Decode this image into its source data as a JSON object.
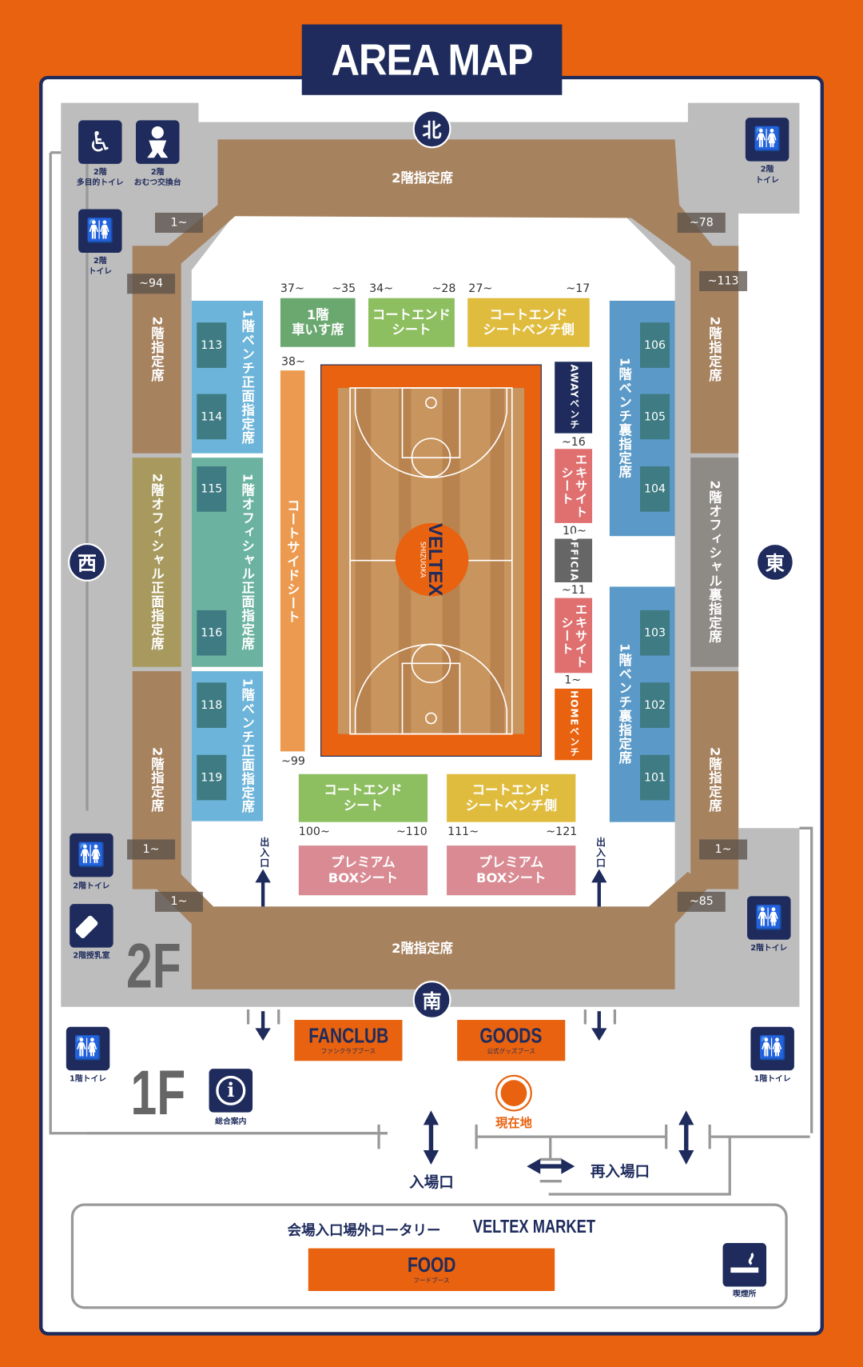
{
  "title": "AREA MAP",
  "directions": {
    "north": "北",
    "west": "西",
    "east": "東",
    "south": "南"
  },
  "stands": {
    "top": "2階指定席",
    "bottom": "2階指定席",
    "left_top": "2階指定席",
    "left_mid": "2階オフィシャル正面指定席",
    "left_bottom": "2階指定席",
    "right_top": "2階指定席",
    "right_mid": "2階オフィシャル裏指定席",
    "right_bottom": "2階指定席"
  },
  "seat_tags": {
    "tl_a": "1~",
    "tr_a": "~78",
    "tl_b": "~94",
    "tr_b": "~113",
    "bl_a": "1~",
    "br_a": "1~",
    "bl_b": "1~",
    "br_b": "~85"
  },
  "first_floor": {
    "left_top": "1階ベンチ正面指定席",
    "left_mid": "1階オフィシャル正面指定席",
    "left_bottom": "1階ベンチ正面指定席",
    "right_top": "1階ベンチ裏指定席",
    "right_bottom": "1階ベンチ裏指定席",
    "boxes_left": [
      "113",
      "114",
      "115",
      "116",
      "118",
      "119"
    ],
    "boxes_right": [
      "106",
      "105",
      "104",
      "103",
      "102",
      "101"
    ]
  },
  "top_row": [
    {
      "label": "1階\n車いす席",
      "from": "37~",
      "to": "~35",
      "color": "#6AA870"
    },
    {
      "label": "コートエンド\nシート",
      "from": "34~",
      "to": "~28",
      "color": "#8DBE5F"
    },
    {
      "label": "コートエンド\nシートベンチ側",
      "from": "27~",
      "to": "~17",
      "color": "#E0BC3E"
    }
  ],
  "courtside": {
    "label": "コートサイドシート",
    "from": "38~",
    "to": "~99"
  },
  "bench_column": {
    "away": "AWAYベンチ",
    "n16": "~16",
    "excite1": "エキサイトシート",
    "n10": "10~",
    "official": "OFFICIAL",
    "n11": "~11",
    "excite2": "エキサイトシート",
    "n1": "1~",
    "home": "HOMEベンチ"
  },
  "bottom_row": [
    {
      "label": "コートエンド\nシート",
      "from": "100~",
      "to": "~110"
    },
    {
      "label": "コートエンド\nシートベンチ側",
      "from": "111~",
      "to": "~121"
    }
  ],
  "premium": [
    "プレミアム\nBOXシート",
    "プレミアム\nBOXシート"
  ],
  "exit_label": "出入口",
  "logo": {
    "name": "VELTEX",
    "sub": "SHIZUOKA"
  },
  "facilities": {
    "multi_toilet": {
      "floor": "2階",
      "name": "多目的トイレ"
    },
    "diaper": {
      "floor": "2階",
      "name": "おむつ交換台"
    },
    "toilet_2f_l": {
      "floor": "2階",
      "name": "トイレ"
    },
    "toilet_2f_r": {
      "floor": "2階",
      "name": "トイレ"
    },
    "toilet_2f_bl": "2階トイレ",
    "nursing": "2階授乳室",
    "toilet_2f_br": "2階トイレ",
    "toilet_1f_l": "1階トイレ",
    "toilet_1f_r": "1階トイレ",
    "info": "総合案内",
    "smoking": "喫煙所"
  },
  "floors": {
    "f2": "2F",
    "f1": "1F"
  },
  "booths": {
    "fanclub": "FANCLUB",
    "fanclub_sub": "ファンクラブブース",
    "goods": "GOODS",
    "goods_sub": "公式グッズブース",
    "food": "FOOD",
    "food_sub": "フードブース"
  },
  "current_location": "現在地",
  "entrance": "入場口",
  "reentrance": "再入場口",
  "market": {
    "rotary": "会場入口場外ロータリー",
    "name": "VELTEX MARKET"
  }
}
